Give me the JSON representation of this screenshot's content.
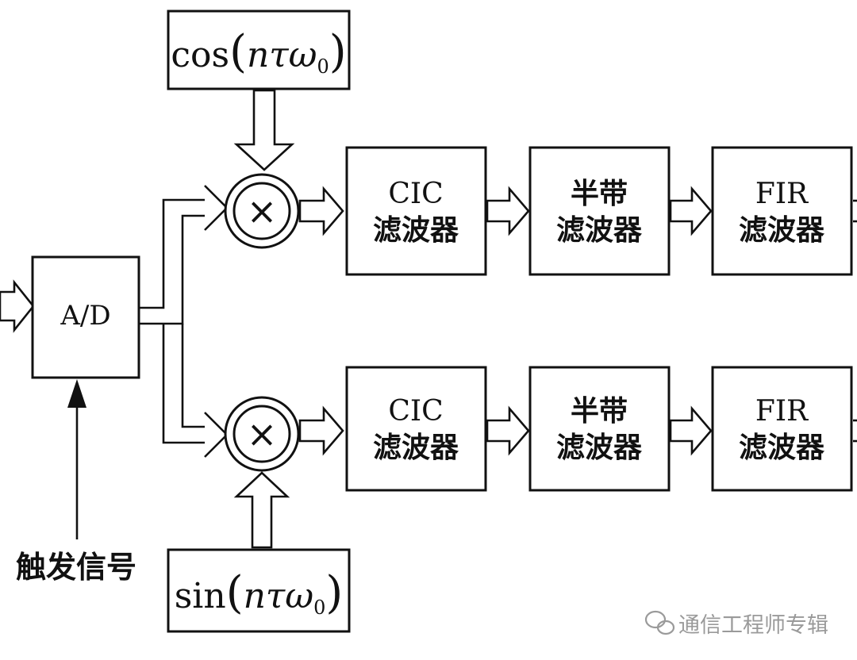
{
  "diagram": {
    "ad_label": "A/D",
    "trigger_label": "触发信号",
    "cos_osc": {
      "func": "cos",
      "arg": "nτω",
      "sub": "0"
    },
    "sin_osc": {
      "func": "sin",
      "arg": "nτω",
      "sub": "0"
    },
    "mixer_symbol": "×",
    "top_chain": [
      {
        "line1": "CIC",
        "line2": "滤波器"
      },
      {
        "line1": "半带",
        "line2": "滤波器"
      },
      {
        "line1": "FIR",
        "line2": "滤波器"
      }
    ],
    "bottom_chain": [
      {
        "line1": "CIC",
        "line2": "滤波器"
      },
      {
        "line1": "半带",
        "line2": "滤波器"
      },
      {
        "line1": "FIR",
        "line2": "滤波器"
      }
    ]
  },
  "watermark": {
    "icon": "wechat-icon",
    "text": "通信工程师专辑",
    "color": "#9a9a9a"
  }
}
